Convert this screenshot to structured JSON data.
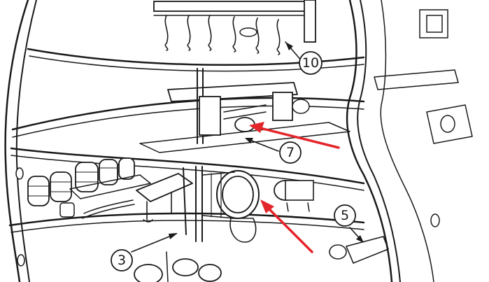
{
  "callouts": [
    {
      "id": "c10",
      "label": "10"
    },
    {
      "id": "c7",
      "label": "7"
    },
    {
      "id": "c5",
      "label": "5"
    },
    {
      "id": "c3",
      "label": "3"
    }
  ],
  "colors": {
    "ink": "#1a1a1a",
    "paper": "#ffffff",
    "arrow": "#e3262b"
  },
  "pointer_arrows": [
    {
      "id": "arrow-upper",
      "color": "#e3262b",
      "target": "deck-7-fitting"
    },
    {
      "id": "arrow-lower",
      "color": "#e3262b",
      "target": "lower-barrel"
    }
  ]
}
